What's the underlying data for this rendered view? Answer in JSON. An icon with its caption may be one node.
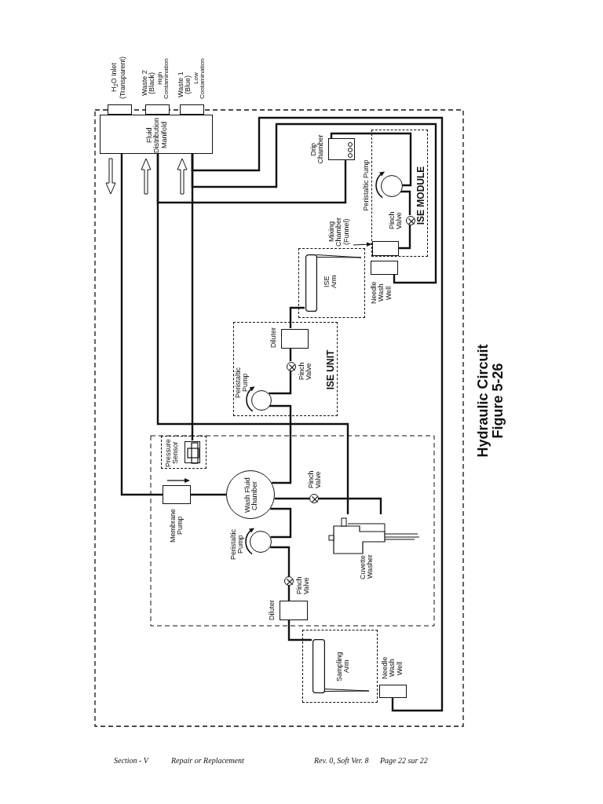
{
  "diagram": {
    "title": "Hydraulic Circuit Figure 5-26",
    "nodes": [
      {
        "text": [
          "Fluid Distribution Manifold"
        ]
      },
      {
        "text": [],
        "shape": "box",
        "beside": [
          "H$_{2}$O Inlet (Transparent)"
        ]
      },
      {
        "text": [],
        "shape": "box",
        "beside": [
          "Waste 2 (Black)",
          "High Contamination"
        ]
      },
      {
        "text": [],
        "shape": "box",
        "beside": [
          "Waste 1 (Blue)",
          "Low Contamination"
        ]
      },
      {
        "text": [],
        "shape": "box",
        "beside": [
          "Drip Chamber"
        ]
      },
      {
        "text": [
          "ISE MODULE"
        ]
      },
      {
        "text": [],
        "shape": "circle",
        "in": 5,
        "beside": [
          "Peristaltic Pump"
        ]
      },
      {
        "text": [],
        "shape": "circle",
        "in": 5,
        "beside": [
          "Pinch Valve"
        ]
      },
      {
        "text": [],
        "shape": "box",
        "in": 5
      },
      {
        "text": [
          "Mixing Chamber (Funnel)"
        ]
      },
      {
        "text": [],
        "shape": "box",
        "beside": [
          "Needle Wash Well"
        ]
      },
      {
        "text": [
          "ISE Arm"
        ]
      },
      {
        "text": [],
        "shape": "bar",
        "in": 11
      },
      {
        "text": [
          "ISE UNIT"
        ]
      },
      {
        "text": [],
        "shape": "box",
        "in": 13,
        "beside": [
          "Diluter"
        ]
      },
      {
        "text": [],
        "shape": "circle",
        "in": 13,
        "beside": [
          "Pinch Valve"
        ]
      },
      {
        "text": [],
        "shape": "circle",
        "in": 13,
        "beside": [
          "Peristaltic Pump"
        ]
      },
      {
        "text": [
          "Pressure Sensor"
        ]
      },
      {
        "text": [],
        "shape": "box",
        "in": 17
      },
      {
        "text": [],
        "shape": "box",
        "beside": [
          "Membrane Pump"
        ]
      },
      {
        "text": [
          "Wash Fluid Chamber"
        ]
      },
      {
        "text": [],
        "shape": "circle",
        "beside": [
          "Pinch Valve"
        ]
      },
      {
        "text": [],
        "shape": "circle",
        "beside": [
          "Peristaltic Pump"
        ]
      },
      {
        "text": [],
        "shape": "circle",
        "beside": [
          "Pinch Valve"
        ]
      },
      {
        "text": [],
        "shape": "box",
        "beside": [
          "Diluter"
        ]
      },
      {
        "text": [],
        "shape": "picture",
        "beside": [
          "Cuvette Washer"
        ]
      },
      {
        "text": [
          "Sampling Arm"
        ]
      },
      {
        "text": [],
        "shape": "bar",
        "in": 26
      },
      {
        "text": [],
        "shape": "box",
        "beside": [
          "Needle Wash Well"
        ]
      }
    ],
    "edges": [
      {
        "from": 0,
        "to": 4,
        "arrow": "none"
      },
      {
        "from": 0,
        "to": 25,
        "arrow": "none"
      },
      {
        "from": 0,
        "to": 28,
        "arrow": "none"
      },
      {
        "from": 0,
        "to": 10,
        "arrow": "none"
      },
      {
        "from": 0,
        "to": 18,
        "arrow": "none"
      },
      {
        "from": 0,
        "to": 19,
        "arrow": "none"
      },
      {
        "from": 19,
        "to": 20,
        "arrow": "none"
      },
      {
        "from": 20,
        "to": 16,
        "arrow": "none"
      },
      {
        "from": 16,
        "to": 15,
        "arrow": "none"
      },
      {
        "from": 15,
        "to": 14,
        "arrow": "none"
      },
      {
        "from": 14,
        "to": 12,
        "arrow": "none"
      },
      {
        "from": 20,
        "to": 21,
        "arrow": "none"
      },
      {
        "from": 21,
        "to": 25,
        "arrow": "none"
      },
      {
        "from": 20,
        "to": 22,
        "arrow": "none"
      },
      {
        "from": 22,
        "to": 23,
        "arrow": "none"
      },
      {
        "from": 23,
        "to": 24,
        "arrow": "none"
      },
      {
        "from": 24,
        "to": 27,
        "arrow": "none"
      },
      {
        "from": 4,
        "to": 6,
        "arrow": "none"
      },
      {
        "from": 6,
        "to": 7,
        "arrow": "none"
      },
      {
        "from": 7,
        "to": 8,
        "arrow": "none"
      },
      {
        "from": 9,
        "to": 8,
        "arrow": "to"
      }
    ],
    "labels": [
      "Section - V",
      "Repair or Replacement",
      "Rev. 0, Soft Ver. 8",
      "Page 22 sur 22"
    ]
  }
}
